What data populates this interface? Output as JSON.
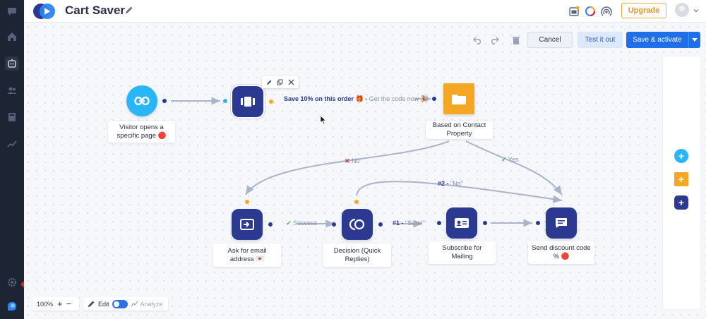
{
  "app": {
    "title": "Cart Saver"
  },
  "toolbar": {
    "upgrade_label": "Upgrade",
    "cancel_label": "Cancel",
    "test_label": "Test it out",
    "save_label": "Save & activate"
  },
  "nodes": {
    "trigger": {
      "label": "Visitor opens a specific page 🔴"
    },
    "message": {
      "label": ""
    },
    "condition": {
      "label": "Based on Contact Property"
    },
    "email": {
      "label": "Ask for email address 💌"
    },
    "decision": {
      "label": "Decision (Quick Replies)"
    },
    "subscribe": {
      "label": "Subscribe for Mailing"
    },
    "discount": {
      "label": "Send discount code % 🔴"
    }
  },
  "connections": {
    "message_strong": "Save 10% on this order 🎁 -",
    "message_rest": "Get the code now 🎉",
    "no": "No",
    "yes": "Yes",
    "success": "Success",
    "option1_num": "#1 -",
    "option1_text": "\"Sure!\"",
    "option2_num": "#2 -",
    "option2_text": "\"No\""
  },
  "zoom": {
    "value": "100%",
    "plus": "+",
    "minus": "−"
  },
  "mode": {
    "edit_label": "Edit",
    "analyze_label": "Analyze"
  },
  "colors": {
    "sidebar": "#1d2433",
    "primary": "#2b3990",
    "trigger": "#29b6f6",
    "condition": "#f5a623",
    "save": "#1f6fe8",
    "upgrade": "#e8902f",
    "success": "#3bb54a",
    "no": "#e4212f"
  },
  "icons": {
    "sidebar": [
      "chat-icon",
      "home-icon",
      "bot-icon",
      "contacts-icon",
      "book-icon",
      "analytics-icon",
      "settings-icon",
      "brand-icon"
    ],
    "top": [
      "calendar-icon",
      "progress-ring-icon",
      "broadcast-icon"
    ]
  }
}
